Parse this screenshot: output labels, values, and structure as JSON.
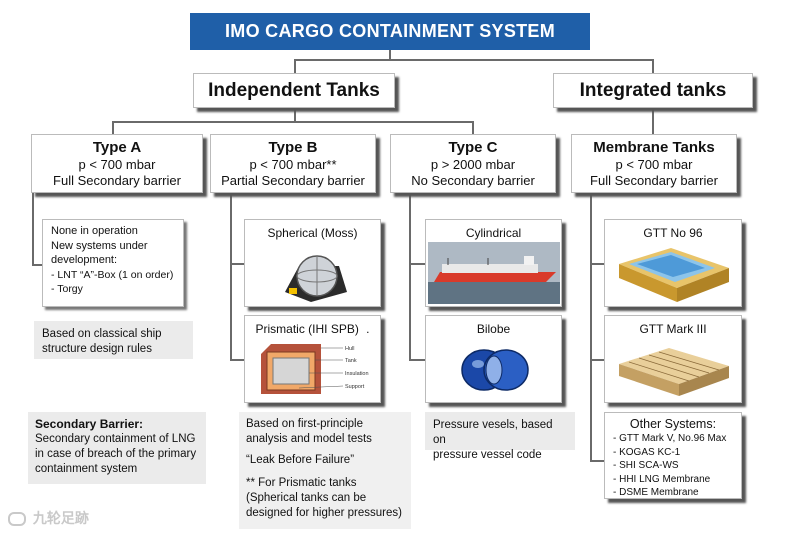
{
  "title": "IMO CARGO CONTAINMENT SYSTEM",
  "groups": {
    "independent": "Independent Tanks",
    "integrated": "Integrated tanks"
  },
  "types": [
    {
      "name": "Type A",
      "pressure": "p < 700 mbar",
      "barrier": "Full Secondary barrier"
    },
    {
      "name": "Type B",
      "pressure": "p < 700 mbar**",
      "barrier": "Partial Secondary barrier"
    },
    {
      "name": "Type C",
      "pressure": "p > 2000 mbar",
      "barrier": "No Secondary barrier"
    },
    {
      "name": "Membrane Tanks",
      "pressure": "p < 700 mbar",
      "barrier": "Full Secondary barrier"
    }
  ],
  "type_a_note": {
    "line1": "None in operation",
    "line2": "New systems under",
    "line3": "development:",
    "line4": "- LNT “A”-Box (1 on order)",
    "line5": "- Torgy"
  },
  "type_a_basis": {
    "line1": "Based on classical ship",
    "line2": "structure design rules"
  },
  "secondary_barrier": {
    "heading": "Secondary Barrier:",
    "line1": "Secondary containment of LNG",
    "line2": "in case of breach of the primary",
    "line3": "containment system"
  },
  "subtypes": {
    "spherical": "Spherical (Moss)",
    "prismatic": "Prismatic (IHI SPB)",
    "cylindrical": "Cylindrical",
    "bilobe": "Bilobe",
    "gtt96": "GTT No 96",
    "gttmark3": "GTT Mark III"
  },
  "prismatic_labels": [
    "Hull",
    "Tank",
    "Insulation",
    "Support"
  ],
  "prismatic_dot": ".",
  "type_b_note": {
    "line1": "Based on first-principle",
    "line2": "analysis and model tests",
    "line3": "“Leak Before Failure”",
    "line4": "** For Prismatic tanks",
    "line5": "(Spherical tanks can be",
    "line6": "designed for higher pressures)"
  },
  "type_c_note": {
    "line1": "Pressure vesels, based on",
    "line2": "pressure vessel code"
  },
  "other_systems": {
    "heading": "Other Systems:",
    "items": [
      "- GTT Mark V, No.96 Max",
      "- KOGAS KC-1",
      "- SHI SCA-WS",
      "- HHI LNG Membrane",
      "- DSME Membrane"
    ]
  },
  "watermark": "九轮足跡",
  "colors": {
    "title_bg": "#1f5fa8",
    "connector": "#6a6a6a",
    "note_bg": "#ebebeb"
  }
}
